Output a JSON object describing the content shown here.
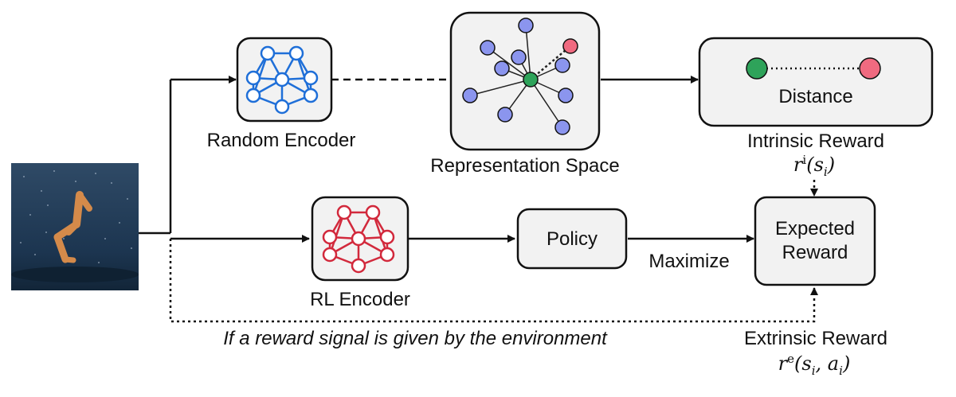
{
  "labels": {
    "random_encoder": "Random Encoder",
    "representation_space": "Representation Space",
    "intrinsic_reward": "Intrinsic Reward",
    "distance": "Distance",
    "rl_encoder": "RL Encoder",
    "policy": "Policy",
    "maximize": "Maximize",
    "expected_reward_line1": "Expected",
    "expected_reward_line2": "Reward",
    "extrinsic_reward": "Extrinsic Reward",
    "reward_note": "If a reward signal is given by the environment"
  },
  "math": {
    "intrinsic": {
      "base": "r",
      "sup": "i",
      "args": "(s",
      "sub": "i",
      "close": ")"
    },
    "extrinsic": {
      "base": "r",
      "sup": "e",
      "args": "(s",
      "sub1": "i",
      "mid": ", a",
      "sub2": "i",
      "close": ")"
    }
  },
  "colors": {
    "random_encoder": "#1f6fd8",
    "rl_encoder": "#d2293c",
    "anchor_node": "#2ea35a",
    "target_node": "#f06a80",
    "point_node": "#8b95ee",
    "box_fill": "#f2f2f2"
  }
}
